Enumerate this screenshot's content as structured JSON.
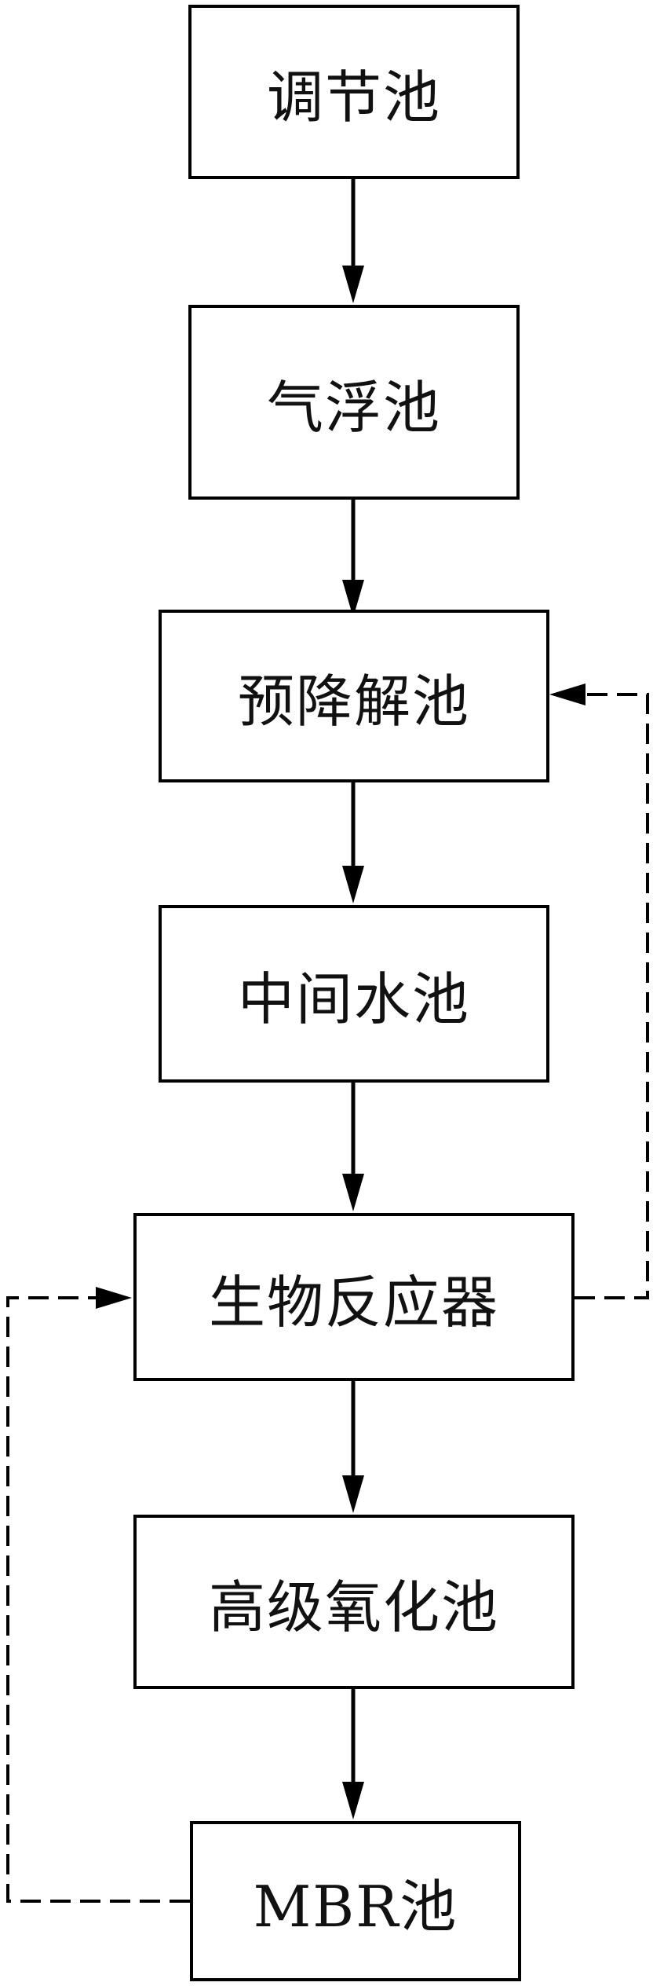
{
  "diagram": {
    "steps": [
      {
        "id": "tiaojie",
        "label": "调节池"
      },
      {
        "id": "qifu",
        "label": "气浮池"
      },
      {
        "id": "yujiangjie",
        "label": "预降解池"
      },
      {
        "id": "zhongjian",
        "label": "中间水池"
      },
      {
        "id": "shengwu",
        "label": "生物反应器"
      },
      {
        "id": "gaoji",
        "label": "高级氧化池"
      },
      {
        "id": "mbr",
        "label": "MBR池"
      }
    ],
    "flow": [
      {
        "from": "tiaojie",
        "to": "qifu",
        "style": "solid"
      },
      {
        "from": "qifu",
        "to": "yujiangjie",
        "style": "solid"
      },
      {
        "from": "yujiangjie",
        "to": "zhongjian",
        "style": "solid"
      },
      {
        "from": "zhongjian",
        "to": "shengwu",
        "style": "solid"
      },
      {
        "from": "shengwu",
        "to": "gaoji",
        "style": "solid"
      },
      {
        "from": "gaoji",
        "to": "mbr",
        "style": "solid"
      },
      {
        "from": "shengwu",
        "to": "yujiangjie",
        "style": "dashed"
      },
      {
        "from": "mbr",
        "to": "shengwu",
        "style": "dashed"
      }
    ]
  }
}
